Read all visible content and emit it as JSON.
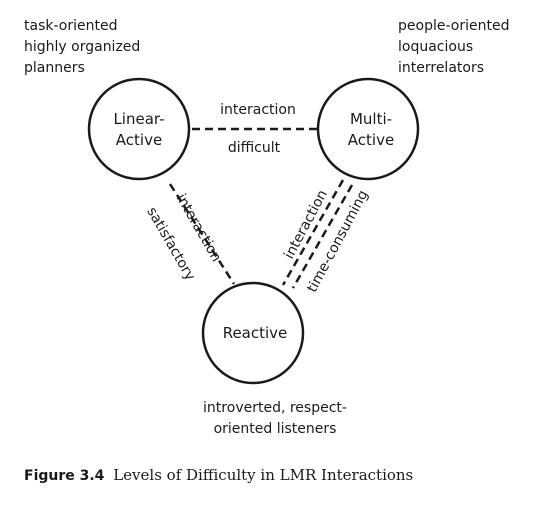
{
  "nodes": {
    "linear_active": {
      "line1": "Linear-",
      "line2": "Active"
    },
    "multi_active": {
      "line1": "Multi-",
      "line2": "Active"
    },
    "reactive": {
      "label": "Reactive"
    }
  },
  "descriptions": {
    "linear_active": [
      "task-oriented",
      "highly organized",
      "planners"
    ],
    "multi_active": [
      "people-oriented",
      "loquacious",
      "interrelators"
    ],
    "reactive": [
      "introverted, respect-",
      "oriented listeners"
    ]
  },
  "links": {
    "linear_multi": {
      "line1": "interaction",
      "line2": "difficult"
    },
    "linear_reactive": {
      "line1": "interaction",
      "line2": "satisfactory"
    },
    "multi_reactive": {
      "line1": "interaction",
      "line2": "time-consuming"
    }
  },
  "caption": {
    "number": "Figure 3.4",
    "title": "Levels of Difficulty in LMR Interactions"
  },
  "colors": {
    "stroke": "#1a1a1a",
    "background": "#ffffff"
  }
}
